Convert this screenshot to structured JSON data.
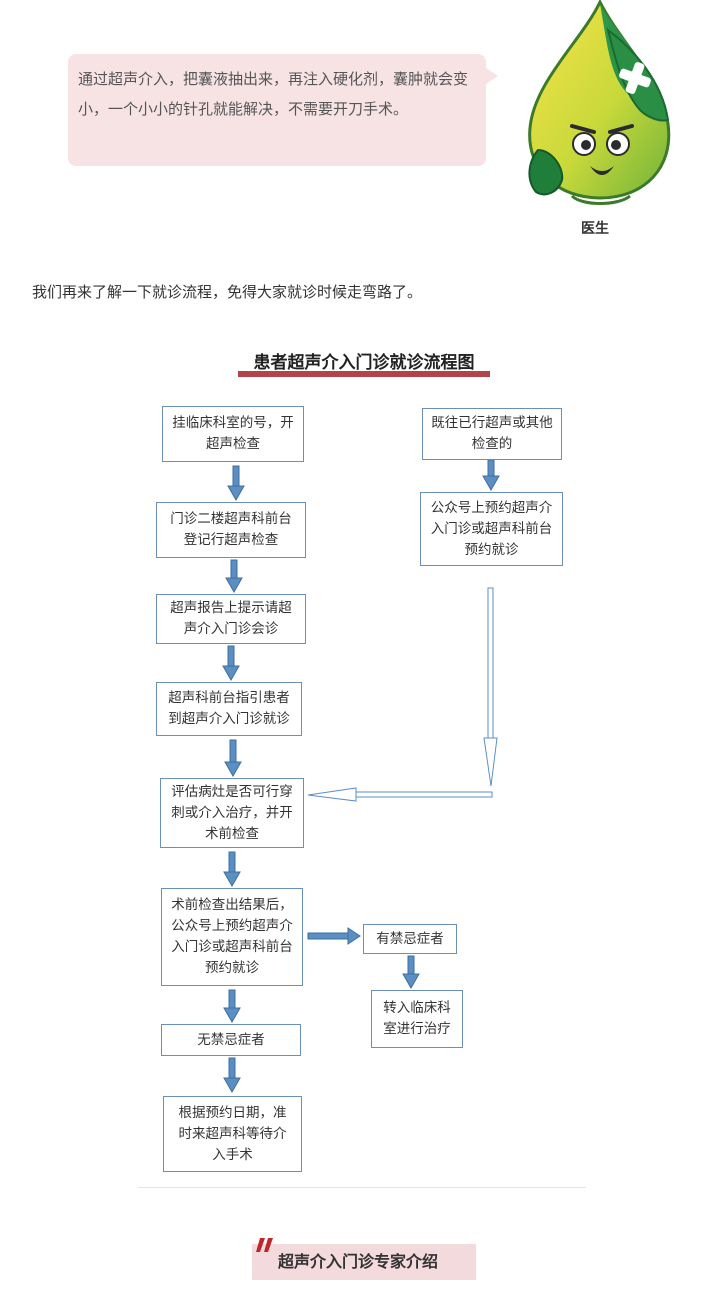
{
  "bubble": {
    "text": "通过超声介入，把囊液抽出来，再注入硬化剂，囊肿就会变小，一个小小的针孔就能解决，不需要开刀手术。"
  },
  "mascot": {
    "label": "医生"
  },
  "intro": "我们再来了解一下就诊流程，免得大家就诊时候走弯路了。",
  "flowchart": {
    "title": "患者超声介入门诊就诊流程图",
    "left_steps": [
      "挂临床科室的号，开超声检查",
      "门诊二楼超声科前台登记行超声检查",
      "超声报告上提示请超声介入门诊会诊",
      "超声科前台指引患者到超声介入门诊就诊",
      "评估病灶是否可行穿刺或介入治疗，并开术前检查",
      "术前检查出结果后，公众号上预约超声介入门诊或超声科前台预约就诊",
      "无禁忌症者",
      "根据预约日期，准时来超声科等待介入手术"
    ],
    "right_steps": [
      "既往已行超声或其他检查的",
      "公众号上预约超声介入门诊或超声科前台预约就诊"
    ],
    "branch_steps": [
      "有禁忌症者",
      "转入临床科室进行治疗"
    ]
  },
  "section": {
    "expert_intro": "超声介入门诊专家介绍"
  },
  "colors": {
    "bubble_bg": "#f7e3e4",
    "title_underline": "#b3424a",
    "box_border": "#6a8fb8",
    "arrow": "#5b8fc4",
    "badge_bg": "#f3dadc",
    "badge_mark": "#c0272d"
  }
}
